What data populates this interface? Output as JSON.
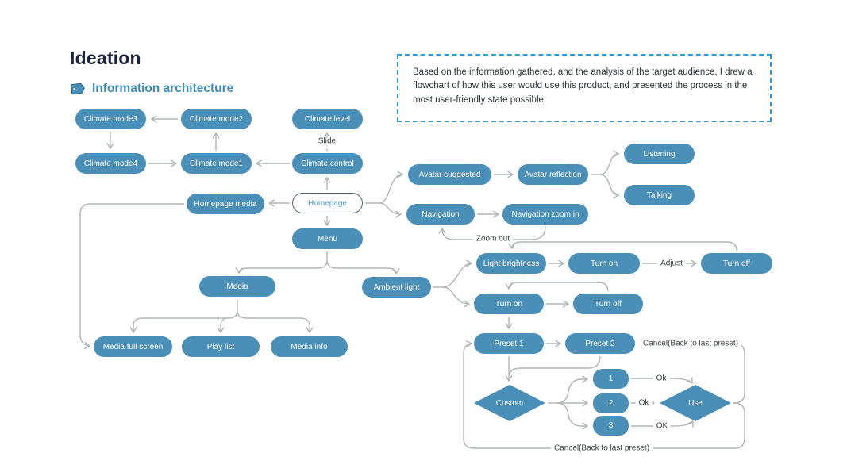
{
  "header": {
    "title": "Ideation",
    "section_label": "Information architecture"
  },
  "note": {
    "text": "Based on the information gathered, and the analysis of the target audience, I drew a flowchart of how this user would use this product, and presented the process in the most user-friendly state possible."
  },
  "flowchart": {
    "nodes": {
      "climate_mode3": "Climate mode3",
      "climate_mode2": "Climate mode2",
      "climate_level": "Climate level",
      "climate_mode4": "Climate mode4",
      "climate_mode1": "Climate mode1",
      "climate_control": "Climate control",
      "homepage": "Homepage",
      "homepage_media": "Homepage media",
      "avatar_suggested": "Avatar suggested",
      "avatar_reflection": "Avatar reflection",
      "listening": "Listening",
      "talking": "Talking",
      "navigation": "Navigation",
      "navigation_zoom_in": "Navigation zoom in",
      "menu": "Menu",
      "media": "Media",
      "ambient_light": "Ambient light",
      "light_brightness": "Light brightness",
      "turn_on_1": "Turn on",
      "turn_off_1": "Turn off",
      "turn_on_2": "Turn on",
      "turn_off_2": "Turn off",
      "preset_1": "Preset 1",
      "preset_2": "Preset 2",
      "custom": "Custom",
      "option_1": "1",
      "option_2": "2",
      "option_3": "3",
      "use": "Use",
      "media_full_screen": "Media full screen",
      "play_list": "Play list",
      "media_info": "Media info"
    },
    "edge_labels": {
      "slide": "Slide",
      "zoom_out": "Zoom out",
      "adjust": "Adjust",
      "ok_1": "Ok",
      "ok_2": "Ok",
      "ok_3": "OK",
      "cancel_top": "Cancel(Back to last preset)",
      "cancel_bottom": "Cancel(Back to last preset)"
    },
    "colors": {
      "node_fill": "#4a8fb8",
      "node_text": "#ffffff",
      "connector": "#b2b5b8",
      "accent": "#2f9bd6",
      "title": "#1b2540",
      "section": "#3d8cb5"
    }
  }
}
